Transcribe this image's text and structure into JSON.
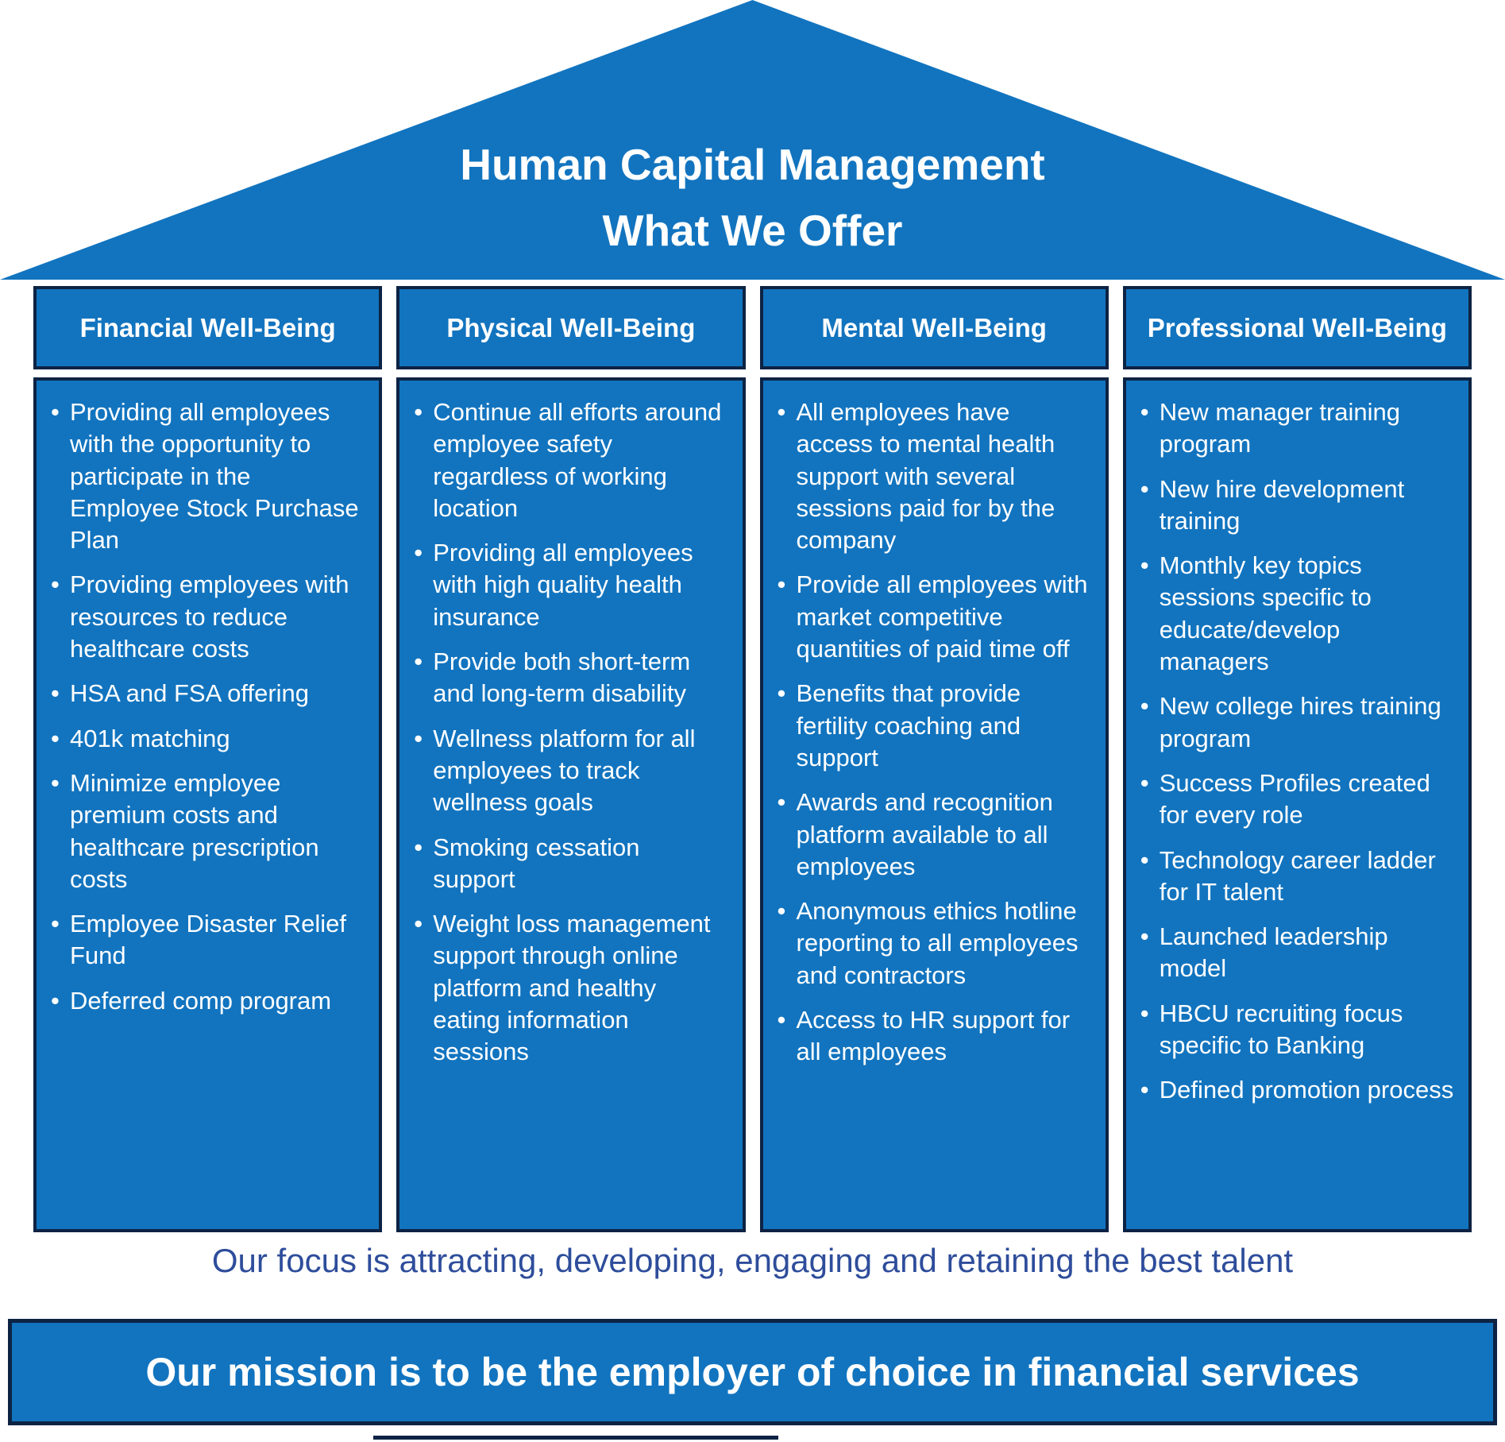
{
  "roof": {
    "title_line1": "Human Capital Management",
    "title_line2": "What We Offer"
  },
  "columns": [
    {
      "id": "financial",
      "header": "Financial Well-Being",
      "bullets": [
        "Providing all employees with the opportunity to participate in the Employee Stock Purchase Plan",
        "Providing employees with resources to reduce healthcare costs",
        "HSA and FSA offering",
        "401k matching",
        "Minimize employee premium costs and healthcare prescription costs",
        "Employee Disaster Relief Fund",
        "Deferred comp program"
      ]
    },
    {
      "id": "physical",
      "header": "Physical Well-Being",
      "bullets": [
        "Continue all efforts around employee safety regardless of working location",
        "Providing all employees with high quality health insurance",
        "Provide both short-term and long-term disability",
        "Wellness platform for all employees to track wellness goals",
        "Smoking cessation support",
        "Weight loss management support through online platform and healthy eating information sessions"
      ]
    },
    {
      "id": "mental",
      "header": "Mental Well-Being",
      "bullets": [
        "All employees have access to mental health support with several sessions paid for by the company",
        "Provide all employees with market competitive quantities of paid time off",
        "Benefits that provide fertility coaching and support",
        "Awards and recognition platform available to all employees",
        "Anonymous ethics hotline reporting to all employees and contractors",
        "Access to HR support for all employees"
      ]
    },
    {
      "id": "professional",
      "header": "Professional Well-Being",
      "bullets": [
        "New manager training program",
        "New hire development training",
        "Monthly key topics sessions specific to educate/develop managers",
        "New college hires training program",
        "Success Profiles created for every role",
        "Technology career ladder for IT talent",
        "Launched leadership model",
        "HBCU recruiting focus specific to Banking",
        "Defined promotion process"
      ]
    }
  ],
  "focus_line": "Our focus is attracting, developing, engaging and retaining the best talent",
  "mission_banner": "Our mission is to be the employer of choice in financial services",
  "colors": {
    "primary_blue": "#1274bf",
    "border_navy": "#0d2344",
    "focus_text_blue": "#2e4d9b",
    "text_white": "#ffffff"
  }
}
